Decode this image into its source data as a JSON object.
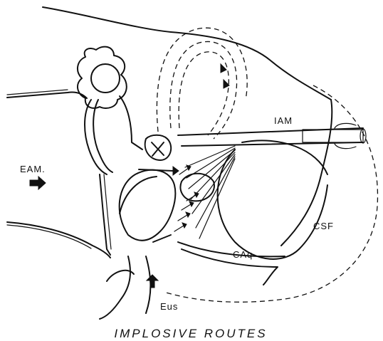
{
  "diagram": {
    "caption": "IMPLOSIVE ROUTES",
    "labels": {
      "eam": "EAM.",
      "iam": "IAM",
      "csf": "CSF",
      "caq": "CAq",
      "eus": "Eus"
    }
  }
}
